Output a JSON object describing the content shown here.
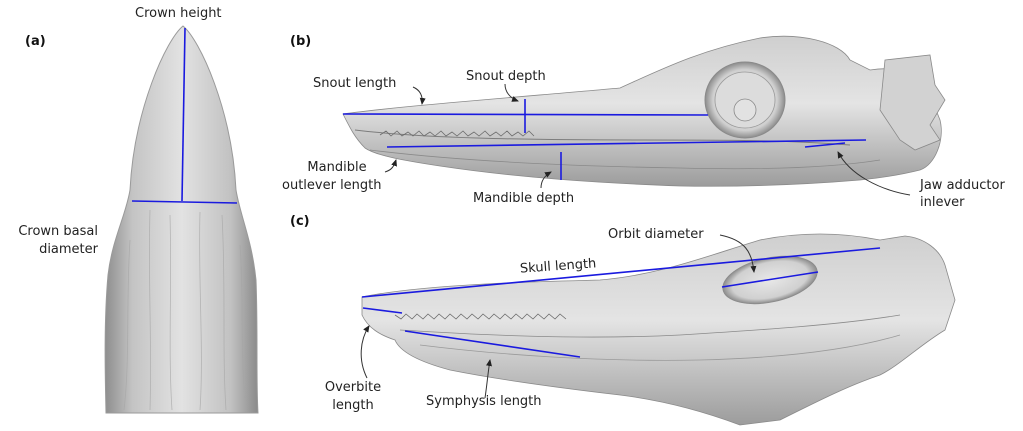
{
  "figure": {
    "panels": [
      {
        "id": "a",
        "label": "(a)",
        "subject": "tooth crown"
      },
      {
        "id": "b",
        "label": "(b)",
        "subject": "skull lateral view"
      },
      {
        "id": "c",
        "label": "(c)",
        "subject": "skull oblique ventrolateral view"
      }
    ],
    "annotations": {
      "crown_height": "Crown height",
      "crown_basal_line1": "Crown basal",
      "crown_basal_line2": "diameter",
      "snout_length": "Snout length",
      "snout_depth": "Snout depth",
      "mandible_outlever_line1": "Mandible",
      "mandible_outlever_line2": "outlever length",
      "mandible_depth": "Mandible depth",
      "jaw_adductor_line1": "Jaw adductor",
      "jaw_adductor_line2": "inlever",
      "orbit_diameter": "Orbit diameter",
      "skull_length": "Skull length",
      "overbite_line1": "Overbite",
      "overbite_line2": "length",
      "symphysis_length": "Symphysis length"
    },
    "colors": {
      "measurement_line": "#1a1adf",
      "specimen_fill": "#d6d6d6",
      "specimen_shade": "#a8a8a8",
      "arrow": "#333333",
      "text": "#222222"
    }
  }
}
